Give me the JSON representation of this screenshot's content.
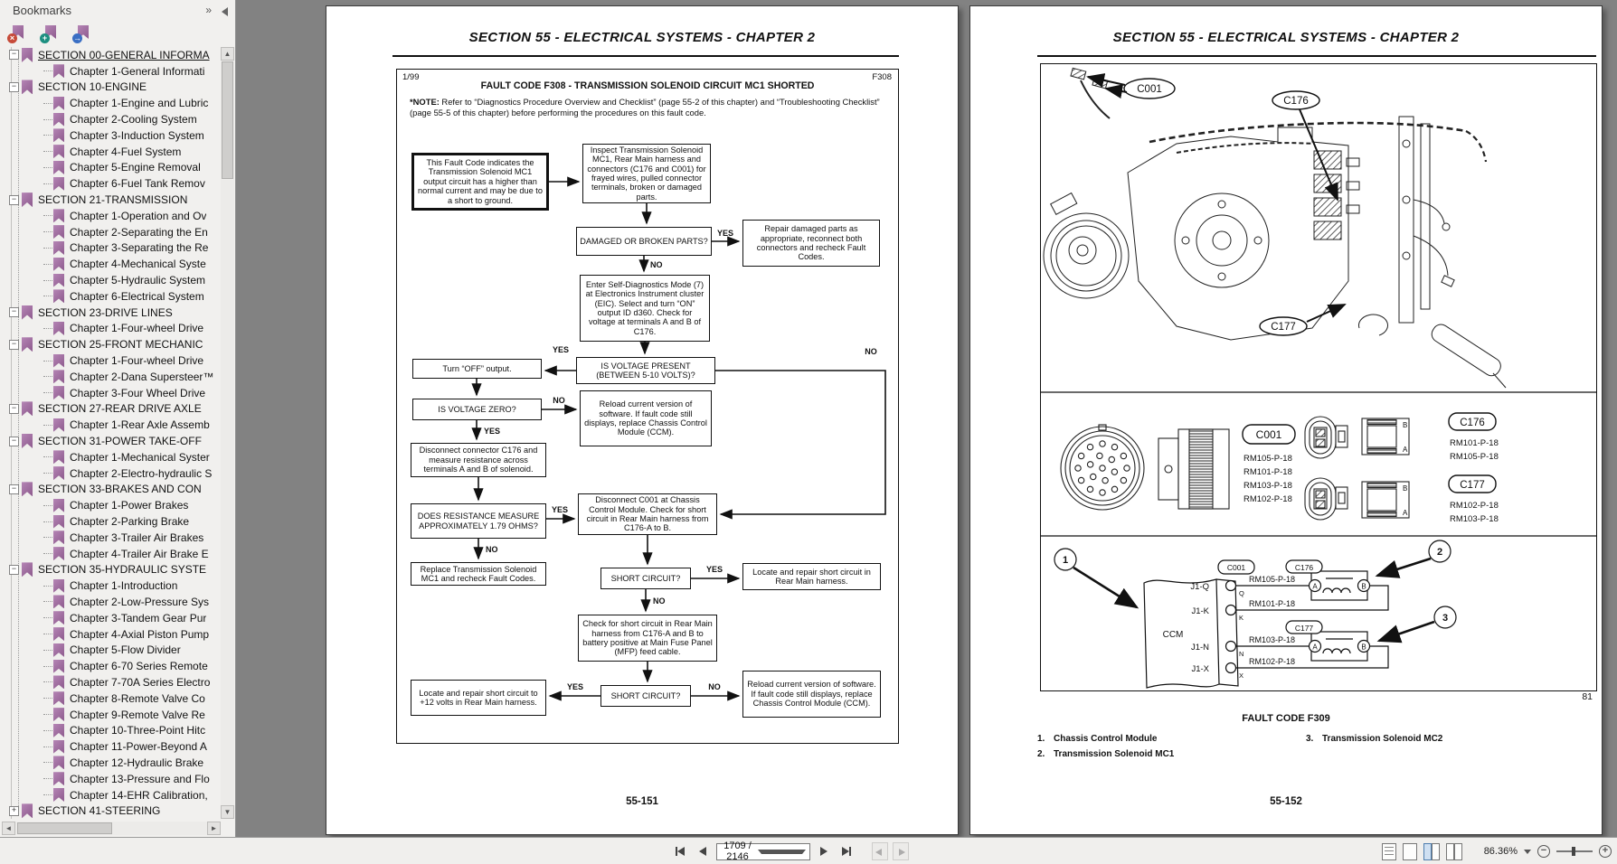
{
  "sidebar": {
    "title": "Bookmarks",
    "collapse_glyph": "»",
    "items": [
      {
        "label": "SECTION 00-GENERAL INFORMA",
        "type": "section",
        "expanded": true,
        "selected": true
      },
      {
        "label": "Chapter 1-General Informati",
        "type": "chapter"
      },
      {
        "label": "SECTION 10-ENGINE",
        "type": "section",
        "expanded": true
      },
      {
        "label": "Chapter 1-Engine and Lubric",
        "type": "chapter"
      },
      {
        "label": "Chapter 2-Cooling System",
        "type": "chapter"
      },
      {
        "label": "Chapter 3-Induction System",
        "type": "chapter"
      },
      {
        "label": "Chapter 4-Fuel System",
        "type": "chapter"
      },
      {
        "label": "Chapter 5-Engine Removal",
        "type": "chapter"
      },
      {
        "label": "Chapter 6-Fuel Tank Remov",
        "type": "chapter"
      },
      {
        "label": "SECTION 21-TRANSMISSION",
        "type": "section",
        "expanded": true
      },
      {
        "label": "Chapter 1-Operation and Ov",
        "type": "chapter"
      },
      {
        "label": "Chapter 2-Separating the En",
        "type": "chapter"
      },
      {
        "label": "Chapter 3-Separating the Re",
        "type": "chapter"
      },
      {
        "label": "Chapter 4-Mechanical Syste",
        "type": "chapter"
      },
      {
        "label": "Chapter 5-Hydraulic System",
        "type": "chapter"
      },
      {
        "label": "Chapter 6-Electrical System",
        "type": "chapter"
      },
      {
        "label": "SECTION 23-DRIVE LINES",
        "type": "section",
        "expanded": true
      },
      {
        "label": "Chapter 1-Four-wheel Drive",
        "type": "chapter"
      },
      {
        "label": "SECTION 25-FRONT MECHANIC",
        "type": "section",
        "expanded": true
      },
      {
        "label": "Chapter 1-Four-wheel Drive",
        "type": "chapter"
      },
      {
        "label": "Chapter 2-Dana Supersteer™",
        "type": "chapter"
      },
      {
        "label": "Chapter 3-Four Wheel Drive",
        "type": "chapter"
      },
      {
        "label": "SECTION 27-REAR DRIVE AXLE",
        "type": "section",
        "expanded": true
      },
      {
        "label": "Chapter 1-Rear Axle Assemb",
        "type": "chapter"
      },
      {
        "label": "SECTION 31-POWER TAKE-OFF",
        "type": "section",
        "expanded": true
      },
      {
        "label": "Chapter 1-Mechanical Syster",
        "type": "chapter"
      },
      {
        "label": "Chapter 2-Electro-hydraulic S",
        "type": "chapter"
      },
      {
        "label": "SECTION 33-BRAKES AND CON",
        "type": "section",
        "expanded": true
      },
      {
        "label": "Chapter 1-Power Brakes",
        "type": "chapter"
      },
      {
        "label": "Chapter 2-Parking Brake",
        "type": "chapter"
      },
      {
        "label": "Chapter 3-Trailer Air Brakes",
        "type": "chapter"
      },
      {
        "label": "Chapter 4-Trailer Air Brake E",
        "type": "chapter"
      },
      {
        "label": "SECTION 35-HYDRAULIC SYSTE",
        "type": "section",
        "expanded": true
      },
      {
        "label": "Chapter 1-Introduction",
        "type": "chapter"
      },
      {
        "label": "Chapter 2-Low-Pressure Sys",
        "type": "chapter"
      },
      {
        "label": "Chapter 3-Tandem Gear Pur",
        "type": "chapter"
      },
      {
        "label": "Chapter 4-Axial Piston Pump",
        "type": "chapter"
      },
      {
        "label": "Chapter 5-Flow Divider",
        "type": "chapter"
      },
      {
        "label": "Chapter 6-70 Series Remote",
        "type": "chapter"
      },
      {
        "label": "Chapter 7-70A Series Electro",
        "type": "chapter"
      },
      {
        "label": "Chapter 8-Remote Valve Co",
        "type": "chapter"
      },
      {
        "label": "Chapter 9-Remote Valve Re",
        "type": "chapter"
      },
      {
        "label": "Chapter 10-Three-Point Hitc",
        "type": "chapter"
      },
      {
        "label": "Chapter 11-Power-Beyond A",
        "type": "chapter"
      },
      {
        "label": "Chapter 12-Hydraulic Brake",
        "type": "chapter"
      },
      {
        "label": "Chapter 13-Pressure and Flo",
        "type": "chapter"
      },
      {
        "label": "Chapter 14-EHR Calibration,",
        "type": "chapter"
      },
      {
        "label": "SECTION 41-STEERING",
        "type": "section",
        "expanded": false
      }
    ]
  },
  "pages": {
    "left": {
      "header": "SECTION 55 - ELECTRICAL SYSTEMS - CHAPTER 2",
      "footer": "55-151",
      "flowchart": {
        "revision": "1/99",
        "code_ref": "F308",
        "title": "FAULT CODE F308 - TRANSMISSION SOLENOID CIRCUIT MC1 SHORTED",
        "note_prefix": "*NOTE:",
        "note_text": " Refer to “Diagnostics Procedure Overview and Checklist” (page 55-2 of this chapter) and “Troubleshooting Checklist” (page 55-5 of this chapter) before performing the procedures on this fault code.",
        "yes": "YES",
        "no": "NO",
        "nodes": [
          {
            "id": "n1",
            "text": "This Fault Code indicates the Transmission Solenoid MC1 output circuit has a higher than normal current and may be due to a short to ground."
          },
          {
            "id": "n2",
            "text": "Inspect Transmission Solenoid MC1, Rear Main harness and connectors (C176 and C001) for frayed wires, pulled connector terminals, broken or damaged parts."
          },
          {
            "id": "n3",
            "text": "DAMAGED OR BROKEN PARTS?"
          },
          {
            "id": "nR1",
            "text": "Repair damaged parts as appropriate, reconnect both connectors and recheck Fault Codes."
          },
          {
            "id": "n4",
            "text": "Enter Self-Diagnostics Mode (7) at Electronics Instrument cluster (EIC). Select and turn “ON” output ID d360. Check for voltage at terminals A and B of C176."
          },
          {
            "id": "n5",
            "text": "IS VOLTAGE PRESENT (BETWEEN 5-10 VOLTS)?"
          },
          {
            "id": "n6",
            "text": "Turn “OFF” output."
          },
          {
            "id": "n7",
            "text": "IS VOLTAGE ZERO?"
          },
          {
            "id": "nR2",
            "text": "Reload current version of software. If fault code still displays, replace Chassis Control Module (CCM)."
          },
          {
            "id": "n8",
            "text": "Disconnect connector C176 and measure resistance across terminals A and B of solenoid."
          },
          {
            "id": "n9",
            "text": "DOES RESISTANCE MEASURE APPROXIMATELY 1.79 OHMS?"
          },
          {
            "id": "n10",
            "text": "Replace Transmission Solenoid MC1 and recheck Fault Codes."
          },
          {
            "id": "n11",
            "text": "Disconnect C001 at Chassis Control Module. Check for short circuit in Rear Main harness from C176-A to B."
          },
          {
            "id": "n12",
            "text": "SHORT CIRCUIT?"
          },
          {
            "id": "nR3",
            "text": "Locate and repair short circuit in Rear Main harness."
          },
          {
            "id": "n13",
            "text": "Check for short circuit in Rear Main harness from C176-A and B to battery positive at Main Fuse Panel (MFP) feed cable."
          },
          {
            "id": "n14",
            "text": "Locate and repair short circuit to +12 volts in Rear Main harness."
          },
          {
            "id": "n15",
            "text": "SHORT CIRCUIT?"
          },
          {
            "id": "nR4",
            "text": "Reload current version of software. If fault code still displays, replace Chassis Control Module (CCM)."
          }
        ]
      }
    },
    "right": {
      "header": "SECTION 55 - ELECTRICAL SYSTEMS - CHAPTER 2",
      "footer": "55-152",
      "figure_page": "81",
      "caption": "FAULT CODE F309",
      "legend": [
        {
          "num": "1.",
          "text": "Chassis Control Module"
        },
        {
          "num": "2.",
          "text": "Transmission Solenoid MC1"
        },
        {
          "num": "3.",
          "text": "Transmission Solenoid MC2"
        }
      ],
      "diagram": {
        "callouts": [
          "C001",
          "C176",
          "C177"
        ],
        "c001": {
          "name": "C001",
          "wires": [
            "RM105-P-18",
            "RM101-P-18",
            "RM103-P-18",
            "RM102-P-18"
          ]
        },
        "c176": {
          "name": "C176",
          "wires": [
            "RM101-P-18",
            "RM105-P-18"
          ]
        },
        "c177": {
          "name": "C177",
          "wires": [
            "RM102-P-18",
            "RM103-P-18"
          ]
        },
        "rect_pins": {
          "b": "B",
          "a": "A"
        },
        "schematic": {
          "ccm_label": "CCM",
          "c001_label": "C001",
          "pins": [
            {
              "pin": "J1-Q",
              "letter": "Q",
              "wire": "RM105-P-18"
            },
            {
              "pin": "J1-K",
              "letter": "K",
              "wire": "RM101-P-18"
            },
            {
              "pin": "J1-N",
              "letter": "N",
              "wire": "RM103-P-18"
            },
            {
              "pin": "J1-X",
              "letter": "X",
              "wire": "RM102-P-18"
            }
          ],
          "solenoids": [
            {
              "label": "C176",
              "a": "A",
              "b": "B"
            },
            {
              "label": "C177",
              "a": "A",
              "b": "B"
            }
          ],
          "callout_numbers": [
            "1",
            "2",
            "3"
          ]
        }
      }
    }
  },
  "toolbar": {
    "page_field": "1709 / 2146",
    "zoom_level": "86.36%"
  }
}
